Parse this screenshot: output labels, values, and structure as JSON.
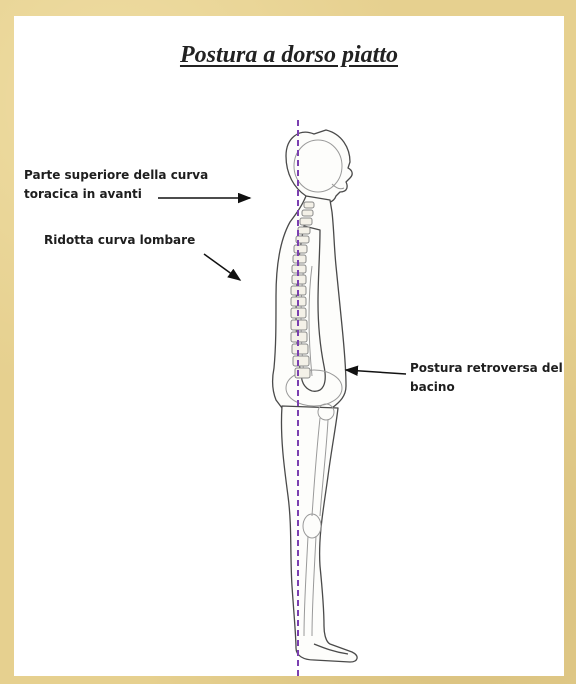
{
  "title": "Postura a dorso piatto",
  "annotations": {
    "thoracic": "Parte superiore della curva toracica in avanti",
    "lumbar": "Ridotta curva lombare",
    "pelvis": "Postura retroversa del bacino"
  },
  "colors": {
    "background": "#e6d08f",
    "panel": "#ffffff",
    "plumb_line": "#7b3fb0",
    "outline": "#4a4a4a"
  }
}
